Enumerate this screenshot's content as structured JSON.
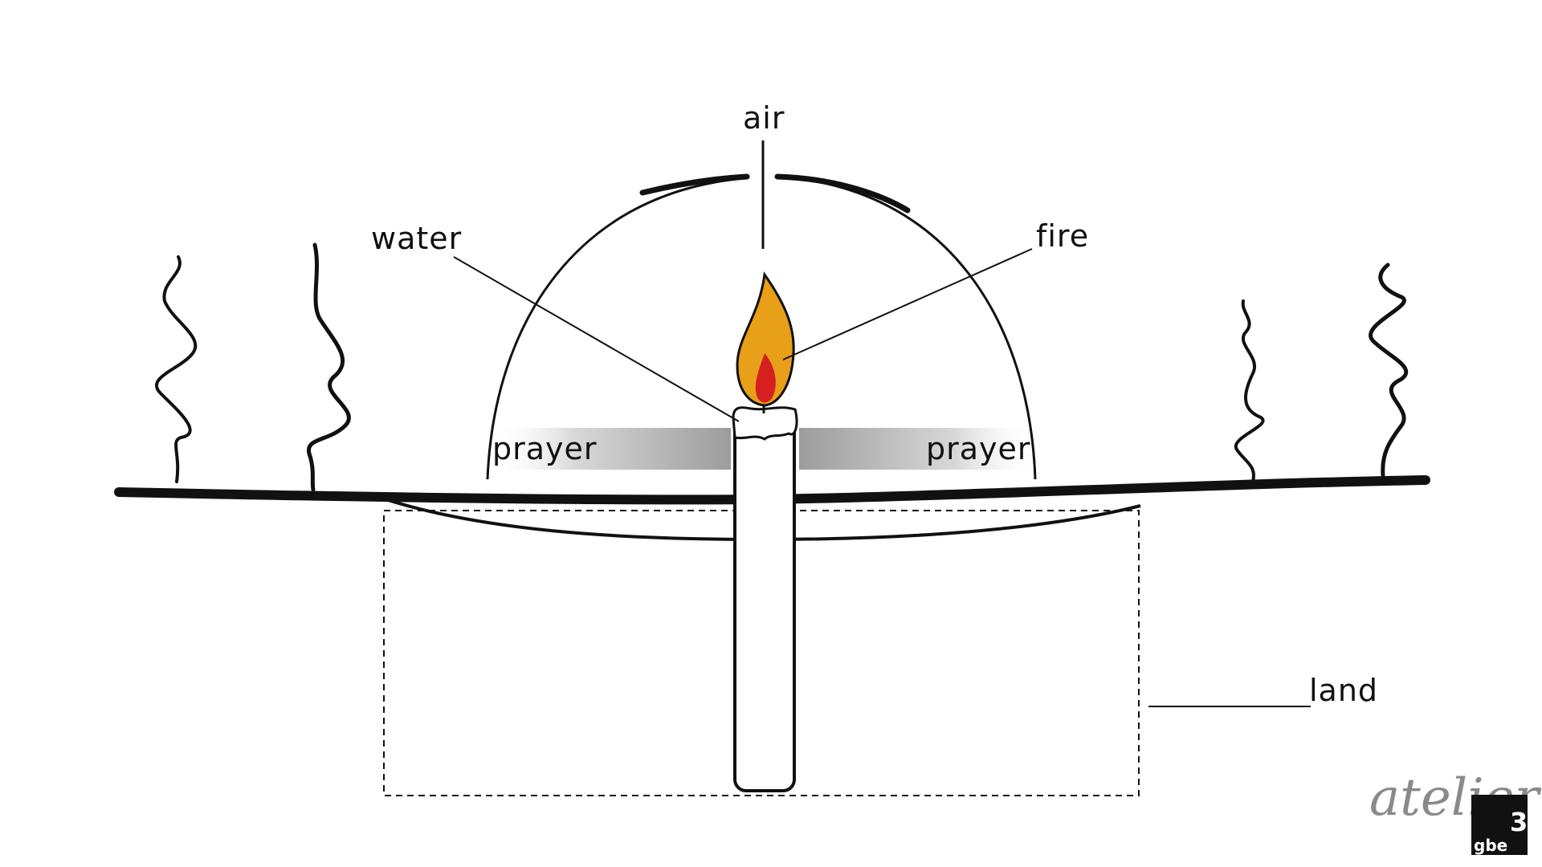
{
  "diagram": {
    "labels": {
      "air": "air",
      "water": "water",
      "fire": "fire",
      "prayer_left": "prayer",
      "prayer_right": "prayer",
      "land": "land"
    },
    "logo": {
      "script_text": "atelier",
      "box_text": "gbe",
      "box_number": "3"
    },
    "colors": {
      "ink": "#111111",
      "flame_outer": "#e8a019",
      "flame_inner": "#d61f1f",
      "candle": "#ffffff",
      "prayer_band": "#b5b5b5",
      "signature": "#8a8a8a"
    },
    "icons": [
      "candle-icon",
      "flame-icon",
      "smoke-wisp-icon"
    ]
  }
}
